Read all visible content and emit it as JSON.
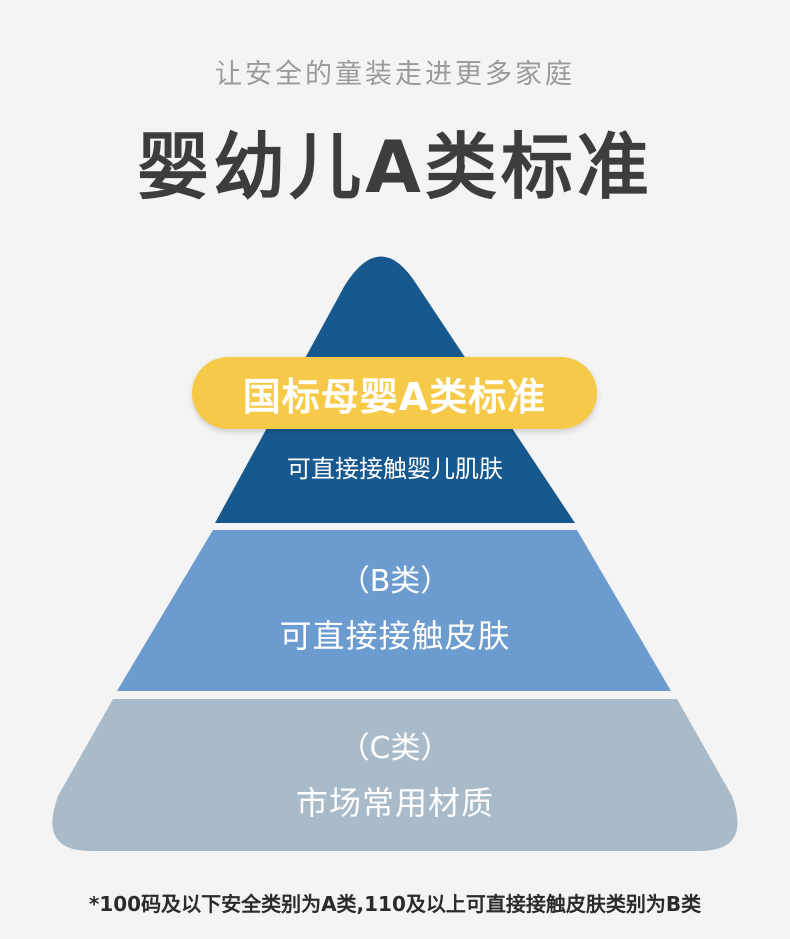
{
  "header": {
    "subtitle": "让安全的童装走进更多家庭",
    "title": "婴幼儿A类标准"
  },
  "pyramid": {
    "badge_label": "国标母婴A类标准",
    "tier_a_desc": "可直接接触婴儿肌肤",
    "tier_b_code": "（B类）",
    "tier_b_desc": "可直接接触皮肤",
    "tier_c_code": "（C类）",
    "tier_c_desc": "市场常用材质"
  },
  "footnote": "*100码及以下安全类别为A类,110及以上可直接接触皮肤类别为B类",
  "colors": {
    "background": "#f4f4f4",
    "tier_a": "#17598f",
    "tier_b": "#6b9bcf",
    "tier_c": "#a9bbc9",
    "badge": "#f7c948",
    "title": "#3d3d3d",
    "subtitle": "#9a9a9a"
  }
}
